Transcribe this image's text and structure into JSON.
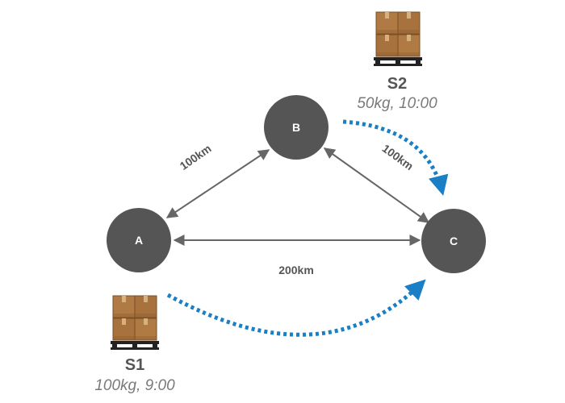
{
  "colors": {
    "node_fill": "#555555",
    "edge_line": "#666666",
    "route_dotted": "#1a7fc4",
    "box_fill": "#b07a45",
    "box_edge": "#7a4f22",
    "pallet": "#222222"
  },
  "nodes": {
    "a": {
      "label": "A"
    },
    "b": {
      "label": "B"
    },
    "c": {
      "label": "C"
    }
  },
  "edges": {
    "ab": {
      "label": "100km"
    },
    "bc": {
      "label": "100km"
    },
    "ac": {
      "label": "200km"
    }
  },
  "shipments": {
    "s1": {
      "name": "S1",
      "detail": "100kg, 9:00",
      "icon": "pallet-boxes-icon"
    },
    "s2": {
      "name": "S2",
      "detail": "50kg, 10:00",
      "icon": "pallet-boxes-icon"
    }
  }
}
